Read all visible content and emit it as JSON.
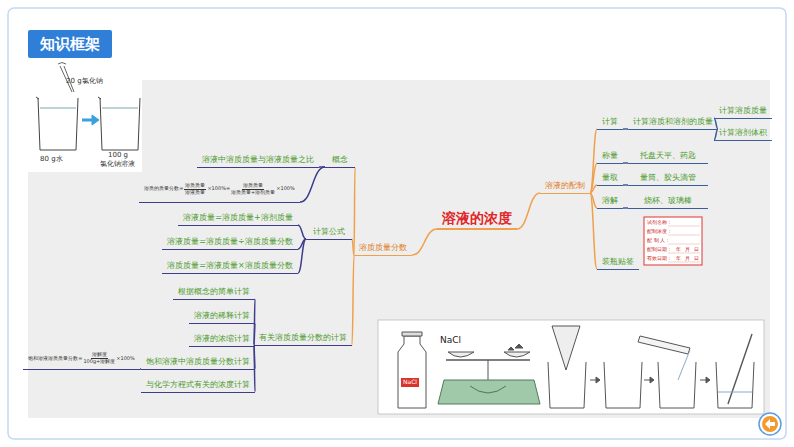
{
  "diagram": {
    "title": "知识框架",
    "nodes": [
      {
        "text": [
          "溶液的浓度"
        ]
      },
      {
        "text": [
          "溶质质量分数"
        ]
      },
      {
        "text": [
          "概念"
        ]
      },
      {
        "text": [
          "溶液中溶质质量与溶液质量之比"
        ]
      },
      {
        "text": [
          "计算公式"
        ]
      },
      {
        "text": [
          "溶质的质量分数=",
          "溶质质量",
          "溶液质量",
          "×100%=",
          "溶质质量",
          "溶质质量+溶剂质量",
          "×100%"
        ]
      },
      {
        "text": [
          "溶液质量=溶质质量+溶剂质量"
        ]
      },
      {
        "text": [
          "溶液质量=溶质质量÷溶质质量分数"
        ]
      },
      {
        "text": [
          "溶质质量=溶液质量×溶质质量分数"
        ]
      },
      {
        "text": [
          "有关溶质质量分数的计算"
        ]
      },
      {
        "text": [
          "根据概念的简单计算"
        ]
      },
      {
        "text": [
          "溶液的稀释计算"
        ]
      },
      {
        "text": [
          "溶液的浓缩计算"
        ]
      },
      {
        "text": [
          "饱和溶液中溶质质量分数计算"
        ]
      },
      {
        "text": [
          "饱和溶液溶质质量分数=",
          "溶解度",
          "100g+溶解度",
          "×100%"
        ]
      },
      {
        "text": [
          "与化学方程式有关的浓度计算"
        ]
      },
      {
        "text": [
          "溶液的配制"
        ]
      },
      {
        "text": [
          "计算"
        ]
      },
      {
        "text": [
          "计算溶质和溶剂的质量"
        ]
      },
      {
        "text": [
          "计算溶质质量"
        ]
      },
      {
        "text": [
          "计算溶剂体积"
        ]
      },
      {
        "text": [
          "称量"
        ]
      },
      {
        "text": [
          "托盘天平、药匙"
        ]
      },
      {
        "text": [
          "量取"
        ]
      },
      {
        "text": [
          "量筒、胶头滴管"
        ]
      },
      {
        "text": [
          "溶解"
        ]
      },
      {
        "text": [
          "烧杯、玻璃棒"
        ]
      },
      {
        "text": [
          "装瓶贴签"
        ]
      }
    ],
    "edges": [
      {
        "from": 0,
        "to": 1,
        "arrow": "none"
      },
      {
        "from": 1,
        "to": 2,
        "arrow": "none"
      },
      {
        "from": 2,
        "to": 3,
        "arrow": "none"
      },
      {
        "from": 2,
        "to": 5,
        "arrow": "none"
      },
      {
        "from": 1,
        "to": 4,
        "arrow": "none"
      },
      {
        "from": 4,
        "to": 6,
        "arrow": "none"
      },
      {
        "from": 4,
        "to": 7,
        "arrow": "none"
      },
      {
        "from": 4,
        "to": 8,
        "arrow": "none"
      },
      {
        "from": 1,
        "to": 9,
        "arrow": "none"
      },
      {
        "from": 9,
        "to": 10,
        "arrow": "none"
      },
      {
        "from": 9,
        "to": 11,
        "arrow": "none"
      },
      {
        "from": 9,
        "to": 12,
        "arrow": "none"
      },
      {
        "from": 9,
        "to": 13,
        "arrow": "none"
      },
      {
        "from": 9,
        "to": 15,
        "arrow": "none"
      },
      {
        "from": 13,
        "to": 14,
        "arrow": "none"
      },
      {
        "from": 0,
        "to": 16,
        "arrow": "none"
      },
      {
        "from": 16,
        "to": 17,
        "arrow": "none"
      },
      {
        "from": 17,
        "to": 18,
        "arrow": "none"
      },
      {
        "from": 18,
        "to": 19,
        "arrow": "none"
      },
      {
        "from": 18,
        "to": 20,
        "arrow": "none"
      },
      {
        "from": 16,
        "to": 21,
        "arrow": "none"
      },
      {
        "from": 21,
        "to": 22,
        "arrow": "none"
      },
      {
        "from": 16,
        "to": 23,
        "arrow": "none"
      },
      {
        "from": 23,
        "to": 24,
        "arrow": "none"
      },
      {
        "from": 16,
        "to": 25,
        "arrow": "none"
      },
      {
        "from": 25,
        "to": 26,
        "arrow": "none"
      },
      {
        "from": 16,
        "to": 27,
        "arrow": "none"
      }
    ],
    "labels": [
      "20 g氯化钠",
      "80 g水",
      "100 g",
      "氯化钠溶液",
      "NaCl",
      "NaCl",
      "试剂名称：",
      "配制浓度：",
      "配 制 人：",
      "配制日期：",
      "年",
      "月",
      "日",
      "有效日期：",
      "年",
      "月",
      "日"
    ]
  }
}
